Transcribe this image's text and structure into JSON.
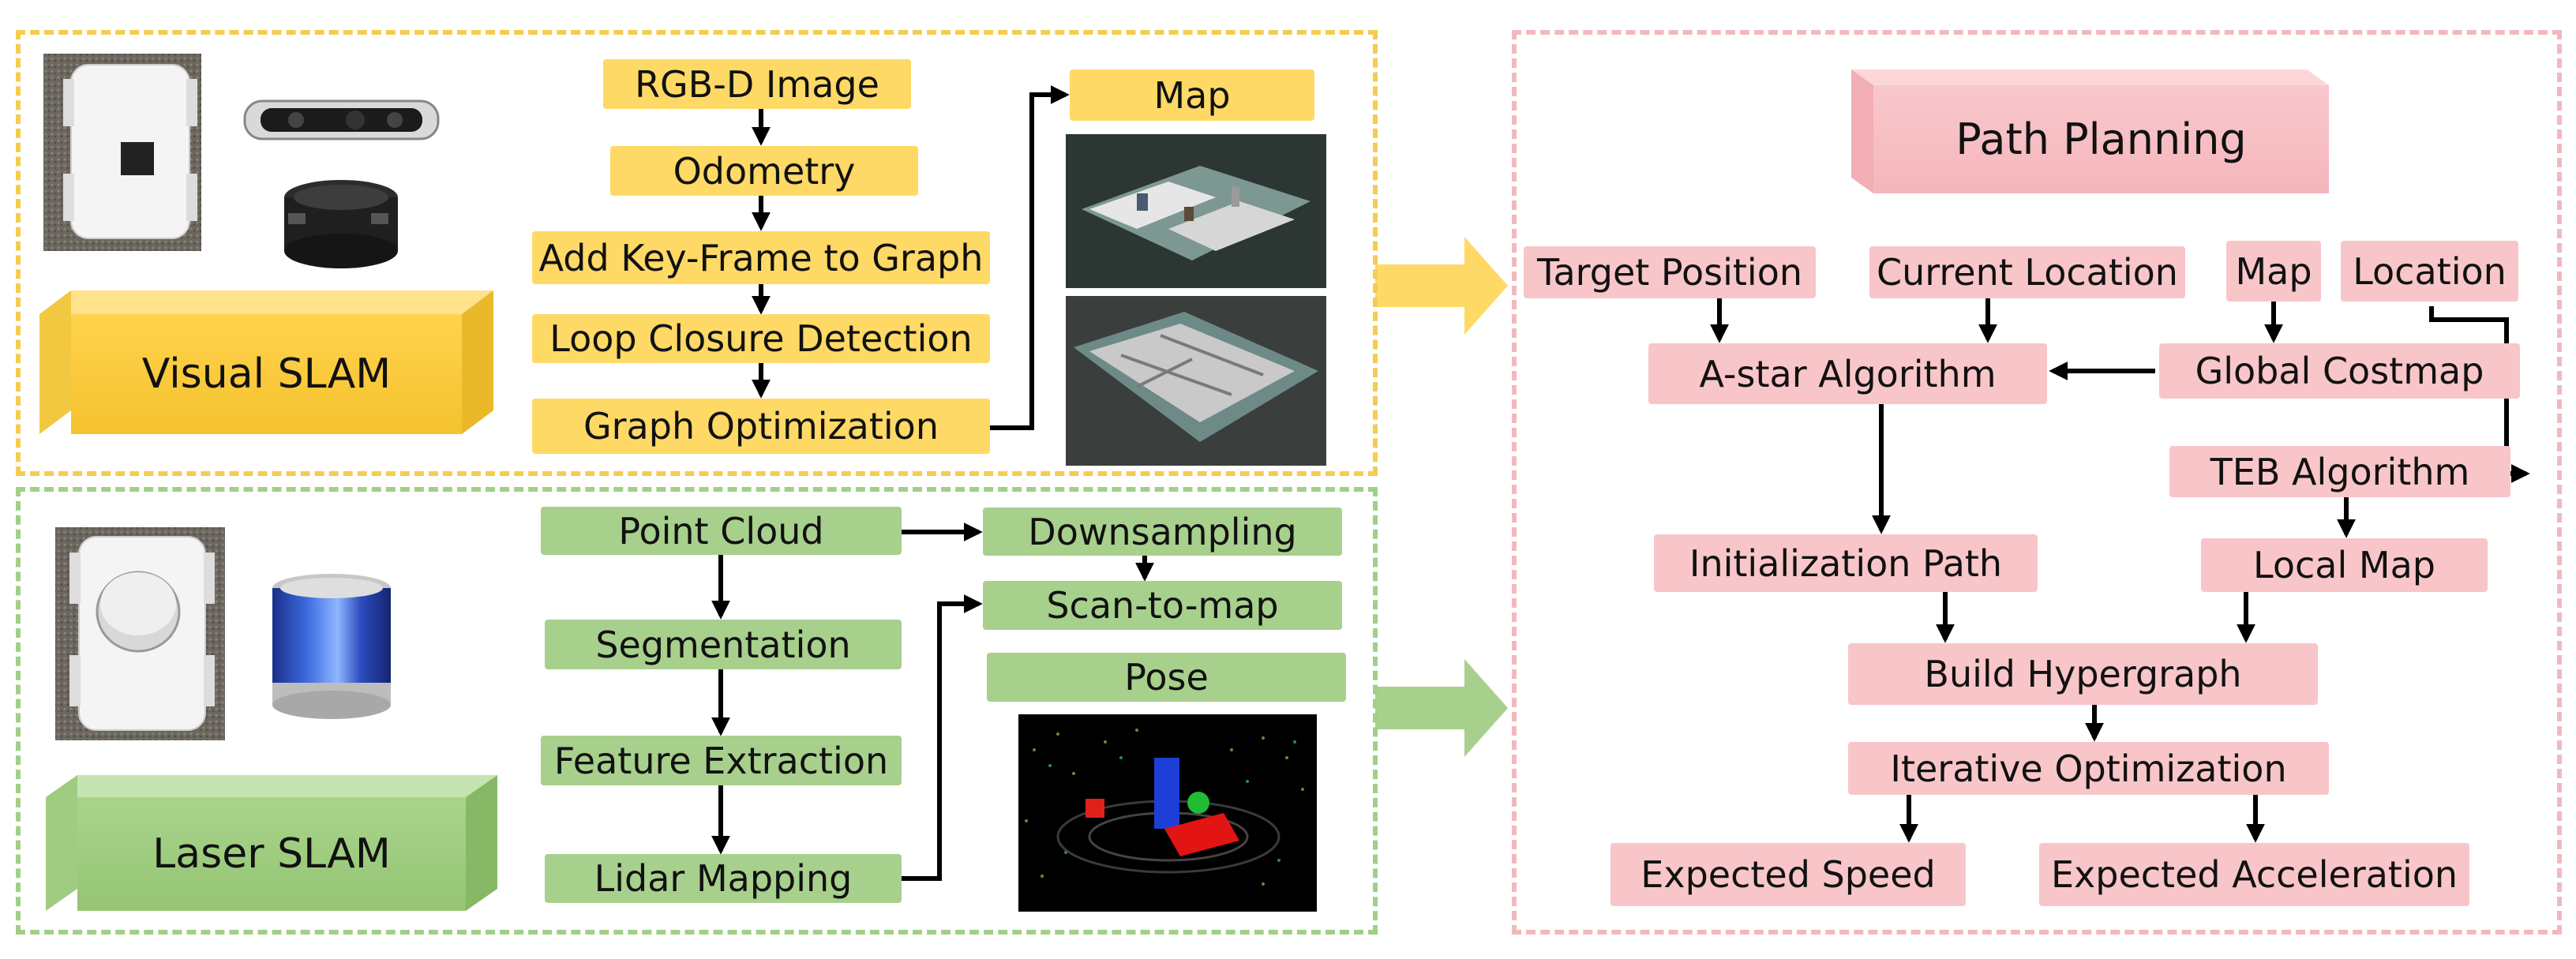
{
  "visual_slam": {
    "label": "Visual SLAM",
    "steps": [
      "RGB-D Image",
      "Odometry",
      "Add Key-Frame to Graph",
      "Loop Closure Detection",
      "Graph Optimization"
    ],
    "map_label": "Map"
  },
  "laser_slam": {
    "label": "Laser SLAM",
    "left_steps": [
      "Point Cloud",
      "Segmentation",
      "Feature Extraction",
      "Lidar Mapping"
    ],
    "right_steps": [
      "Downsampling",
      "Scan-to-map",
      "Pose"
    ]
  },
  "path_planning": {
    "title": "Path Planning",
    "inputs": {
      "target_position": "Target Position",
      "current_location": "Current Location",
      "map": "Map",
      "location": "Location"
    },
    "a_star": "A-star Algorithm",
    "global_costmap": "Global Costmap",
    "teb": "TEB Algorithm",
    "init_path": "Initialization Path",
    "local_map": "Local Map",
    "hypergraph": "Build Hypergraph",
    "iterative": "Iterative Optimization",
    "expected_speed": "Expected Speed",
    "expected_acceleration": "Expected Acceleration"
  },
  "colors": {
    "visual": "#fed966",
    "laser": "#a8d08d",
    "planning": "#f8c6c9",
    "visual_border": "#f5cc4e",
    "laser_border": "#a2cf86",
    "planning_border": "#f4b8bc"
  }
}
